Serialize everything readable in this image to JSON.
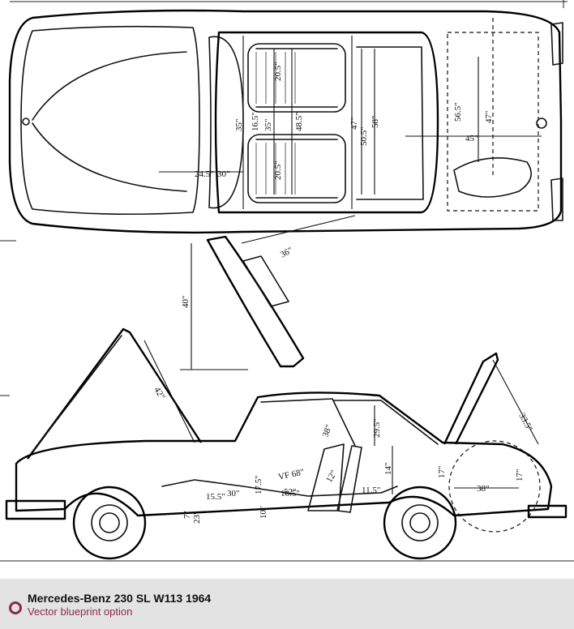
{
  "caption": {
    "title": "Mercedes-Benz 230 SL W113 1964",
    "subtitle": "Vector blueprint option",
    "icon": "ring-icon",
    "accent_color": "#8a2a4e",
    "bar_color": "#e3e3e3"
  },
  "blueprint": {
    "top_view_labels": {
      "seat_upper_width": "20.5\"",
      "seat_lower_width": "20.5\"",
      "seat_depth": "48.5\"",
      "seat_gap_a": "35\"",
      "seat_gap_b": "16.5\"",
      "seat_gap_c": "35\"",
      "interior_width_a": "47\"",
      "interior_width_b": "50.5\"",
      "interior_width_c": "58\"",
      "trunk_depth": "56.5\"",
      "trunk_width": "47\"",
      "trunk_length": "45\"",
      "hood_depth": "24.5\"",
      "hood_depth_b": "30\"",
      "door_swing": "36\""
    },
    "mid_labels": {
      "ground_height": "40\""
    },
    "side_view_labels": {
      "hood_open": "42\"",
      "trunk_open": "33.5\"",
      "roof_height": "38\"",
      "roof_b": "29.5\"",
      "trunk_height": "14\"",
      "trunk_floor": "17\"",
      "trunk_b": "17\"",
      "trunk_length": "38\"",
      "seat_back": "12\"",
      "seat_c": "10.5\"",
      "legroom": "VF 68\"",
      "pedal": "52\"",
      "floor_a": "15.5\"",
      "floor_b": "30\"",
      "floor_c": "17.5\"",
      "floor_d": "10\"",
      "floor_e": "11.5\"",
      "ground_a": "23\"",
      "steer_a": "7\""
    }
  }
}
